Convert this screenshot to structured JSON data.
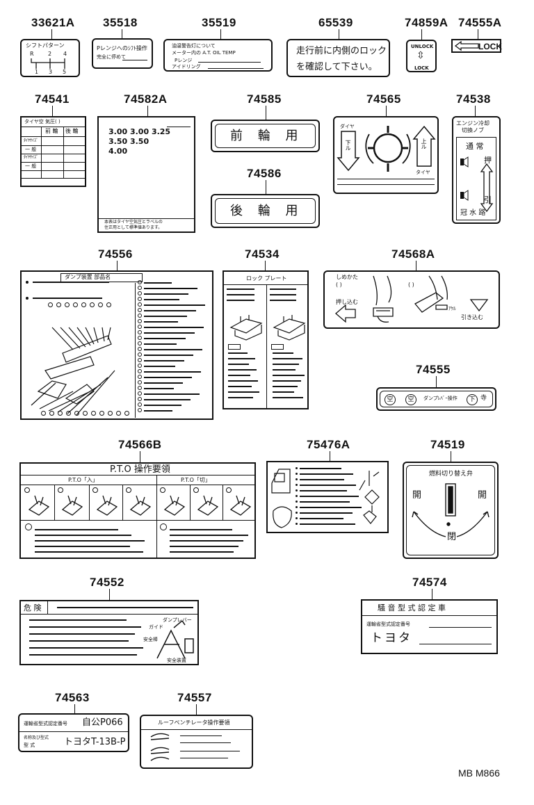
{
  "labels": {
    "p33621A": "33621A",
    "p35518": "35518",
    "p35519": "35519",
    "p65539": "65539",
    "p74859A": "74859A",
    "p74555A": "74555A",
    "p74541": "74541",
    "p74582A": "74582A",
    "p74585": "74585",
    "p74586": "74586",
    "p74565": "74565",
    "p74538": "74538",
    "p74556": "74556",
    "p74534": "74534",
    "p74568A": "74568A",
    "p74555": "74555",
    "p74566B": "74566B",
    "p75476A": "75476A",
    "p74519": "74519",
    "p74552": "74552",
    "p74574": "74574",
    "p74563": "74563",
    "p74557": "74557"
  },
  "texts": {
    "shift_title": "シフトパターン",
    "shift_r": "R",
    "shift_2": "2",
    "shift_4": "4",
    "shift_1": "1",
    "shift_3": "3",
    "shift_5": "5",
    "s35518_l1": "Pレンジへのｼﾌﾄ操作",
    "s35518_l2": "完全に停めて",
    "s35519_l1": "油温警告灯について",
    "s35519_l2": "メーター内の A.T. OIL TEMP",
    "s35519_l3": "Pレンジ",
    "s35519_l4": "アイドリング",
    "s65539_l1": "走行前に内側のロック",
    "s65539_l2": "を確認して下さい。",
    "unlock": "UNLOCK",
    "lock_small": "LOCK",
    "lock_arrow": "LOCK",
    "tire_title": "タイヤ空 気圧(  )",
    "tire_front": "前 輪",
    "tire_rear": "後 輪",
    "tire_r1": "ﾀｲﾔｻｲｽﾞ",
    "tire_r2": "一 般",
    "tire_r3": "ﾀｲﾔｻｲｽﾞ",
    "tire_r4": "一 般",
    "t582_r1": "3.00  3.00  3.25",
    "t582_r2": "3.50  3.50",
    "t582_r3": "4.00",
    "t582_foot1": "本表はタイヤ空気圧とラベルの",
    "t582_foot2": "住正用として標準値あります。",
    "front_wheel": "前 輪 用",
    "rear_wheel": "後 輪 用",
    "t565_tire": "ダイヤ",
    "t565_down": "下ル",
    "t565_up": "上ル",
    "t565_tire2": "タイヤ",
    "t538_l1": "エンジン冷却",
    "t538_l2": "切換ノブ",
    "t538_normal": "通 常",
    "t538_push": "押",
    "t538_pull": "引",
    "t538_water": "冠 水 路",
    "t556_title": "ダンプ装置 部品名",
    "t534_title": "ロック プレート",
    "t568_title": "しめかた",
    "t568_paren1": "(      )",
    "t568_paren2": "(      )",
    "t568_push": "押し込む",
    "t568_open": "ｱｹﾙ",
    "t568_pull": "引き込む",
    "t555_mid": "ダンプﾚﾊﾞｰ操作",
    "t555_s1": "空",
    "t555_s2": "空",
    "t555_s3": "下",
    "t555_s4": "寺",
    "pto_title": "P.T.O 操作要領",
    "pto_left": "P.T.O「入」",
    "pto_right": "P.T.O「切」",
    "t519_title": "燃料切り替え弁",
    "t519_open1": "開",
    "t519_open2": "開",
    "t519_close": "閉",
    "t552_title": "危 険",
    "t552_dump": "ダンプレバー",
    "t552_guide": "ガイド",
    "t552_safe1": "安全棒",
    "t552_safe2": "安全装置",
    "t574_title": "騒 音 型 式 認 定 車",
    "t574_label": "運輸省型式認定番号",
    "t574_maker": "トヨタ",
    "t563_l1": "運輸省型式認定番号",
    "t563_v1": "自公P066",
    "t563_l2": "名称及び型式",
    "t563_l3": "型 式",
    "t563_v2": "トヨタT-13B-P",
    "t557_title": "ルーフベンチレータ操作要領",
    "ref": "MB M866"
  }
}
